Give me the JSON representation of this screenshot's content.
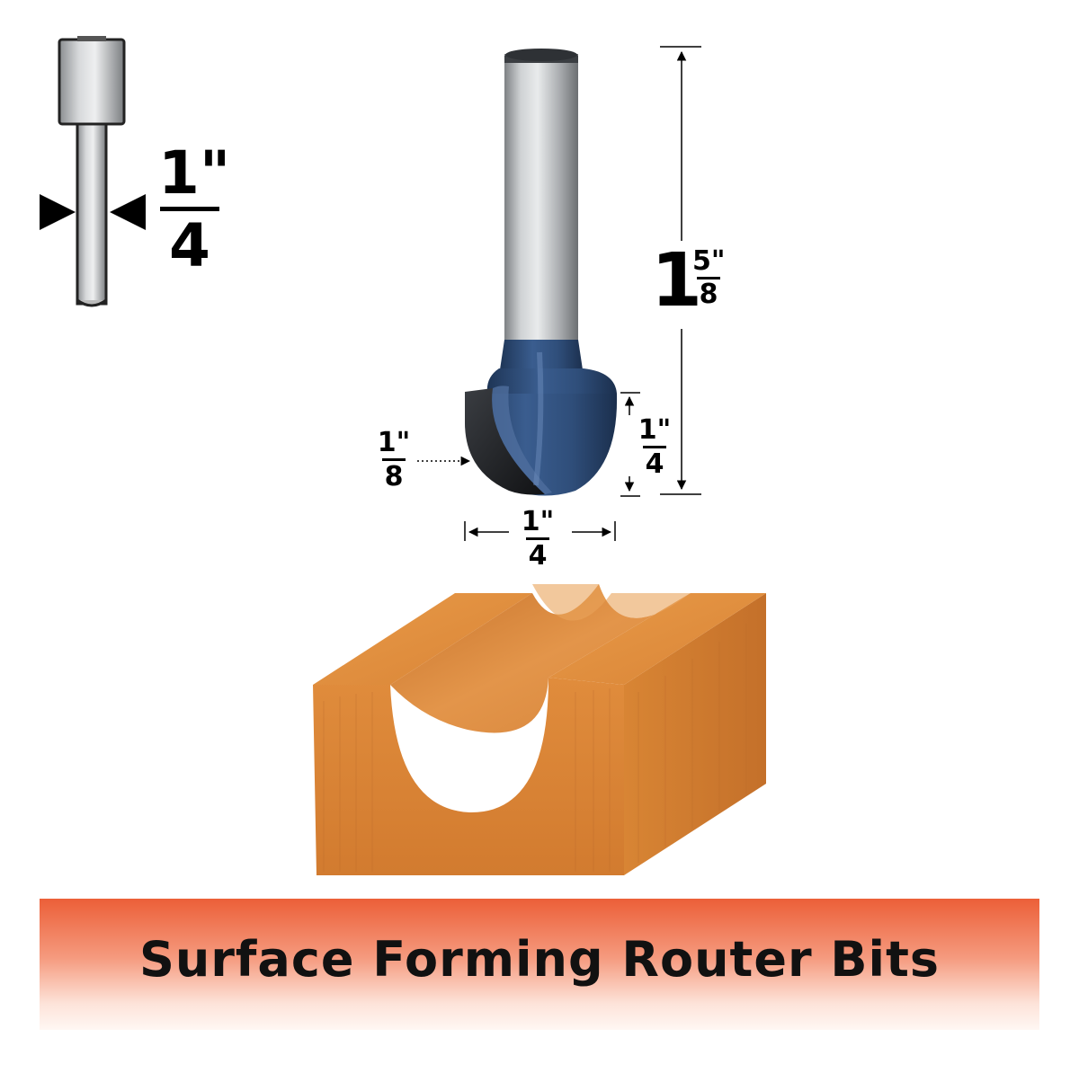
{
  "colors": {
    "shank": "#b7babc",
    "carbide": "#1f2124",
    "bit_body": "#2f4e7a",
    "wood": "#d9873c",
    "banner_accent": "#ec5f38"
  },
  "shank_legend": {
    "numerator": "1\"",
    "denominator": "4"
  },
  "dimensions": {
    "overall_length": {
      "whole": "1",
      "numerator": "5\"",
      "denominator": "8"
    },
    "cutting_height": {
      "numerator": "1\"",
      "denominator": "4"
    },
    "radius": {
      "numerator": "1\"",
      "denominator": "8"
    },
    "cutting_diameter": {
      "numerator": "1\"",
      "denominator": "4"
    }
  },
  "banner": {
    "title": "Surface Forming Router Bits"
  }
}
